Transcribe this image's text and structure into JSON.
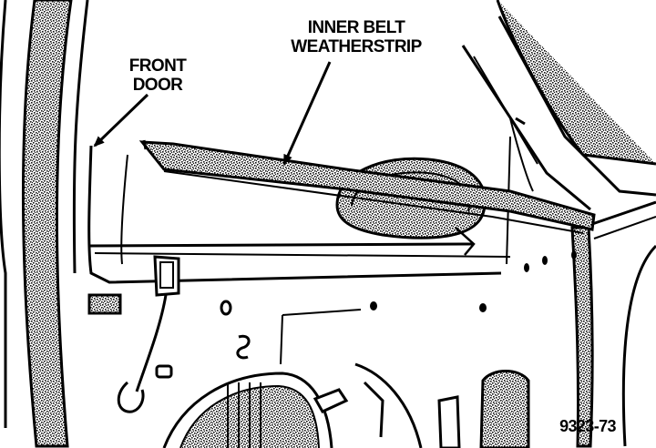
{
  "labels": {
    "inner_belt_line1": "INNER BELT",
    "inner_belt_line2": "WEATHERSTRIP",
    "front_door_line1": "FRONT",
    "front_door_line2": "DOOR",
    "figure_number": "9323-73"
  },
  "colors": {
    "ink": "#000000",
    "paper": "#ffffff",
    "stipple": "#555555"
  }
}
